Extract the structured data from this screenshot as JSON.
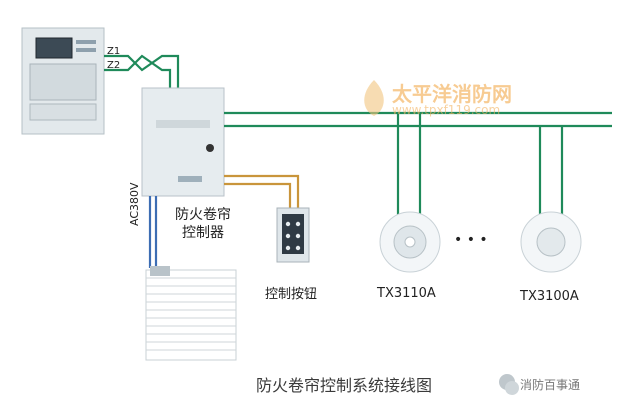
{
  "wires": {
    "z1": "Z1",
    "z2": "Z2",
    "ac": "AC380V"
  },
  "controller_label": [
    "防火卷帘",
    "控制器"
  ],
  "button_label": "控制按钮",
  "devices": [
    "TX3110A",
    "TX3100A"
  ],
  "ellipsis": "• • •",
  "title": "防火卷帘控制系统接线图",
  "watermark": {
    "name": "太平洋消防网",
    "url": "www.tpxf119.com"
  },
  "badge": "消防百事通",
  "colors": {
    "green": "#1f8a5a",
    "orange": "#c9953b",
    "blue": "#3d6db3",
    "panel": "#e6ecef"
  }
}
